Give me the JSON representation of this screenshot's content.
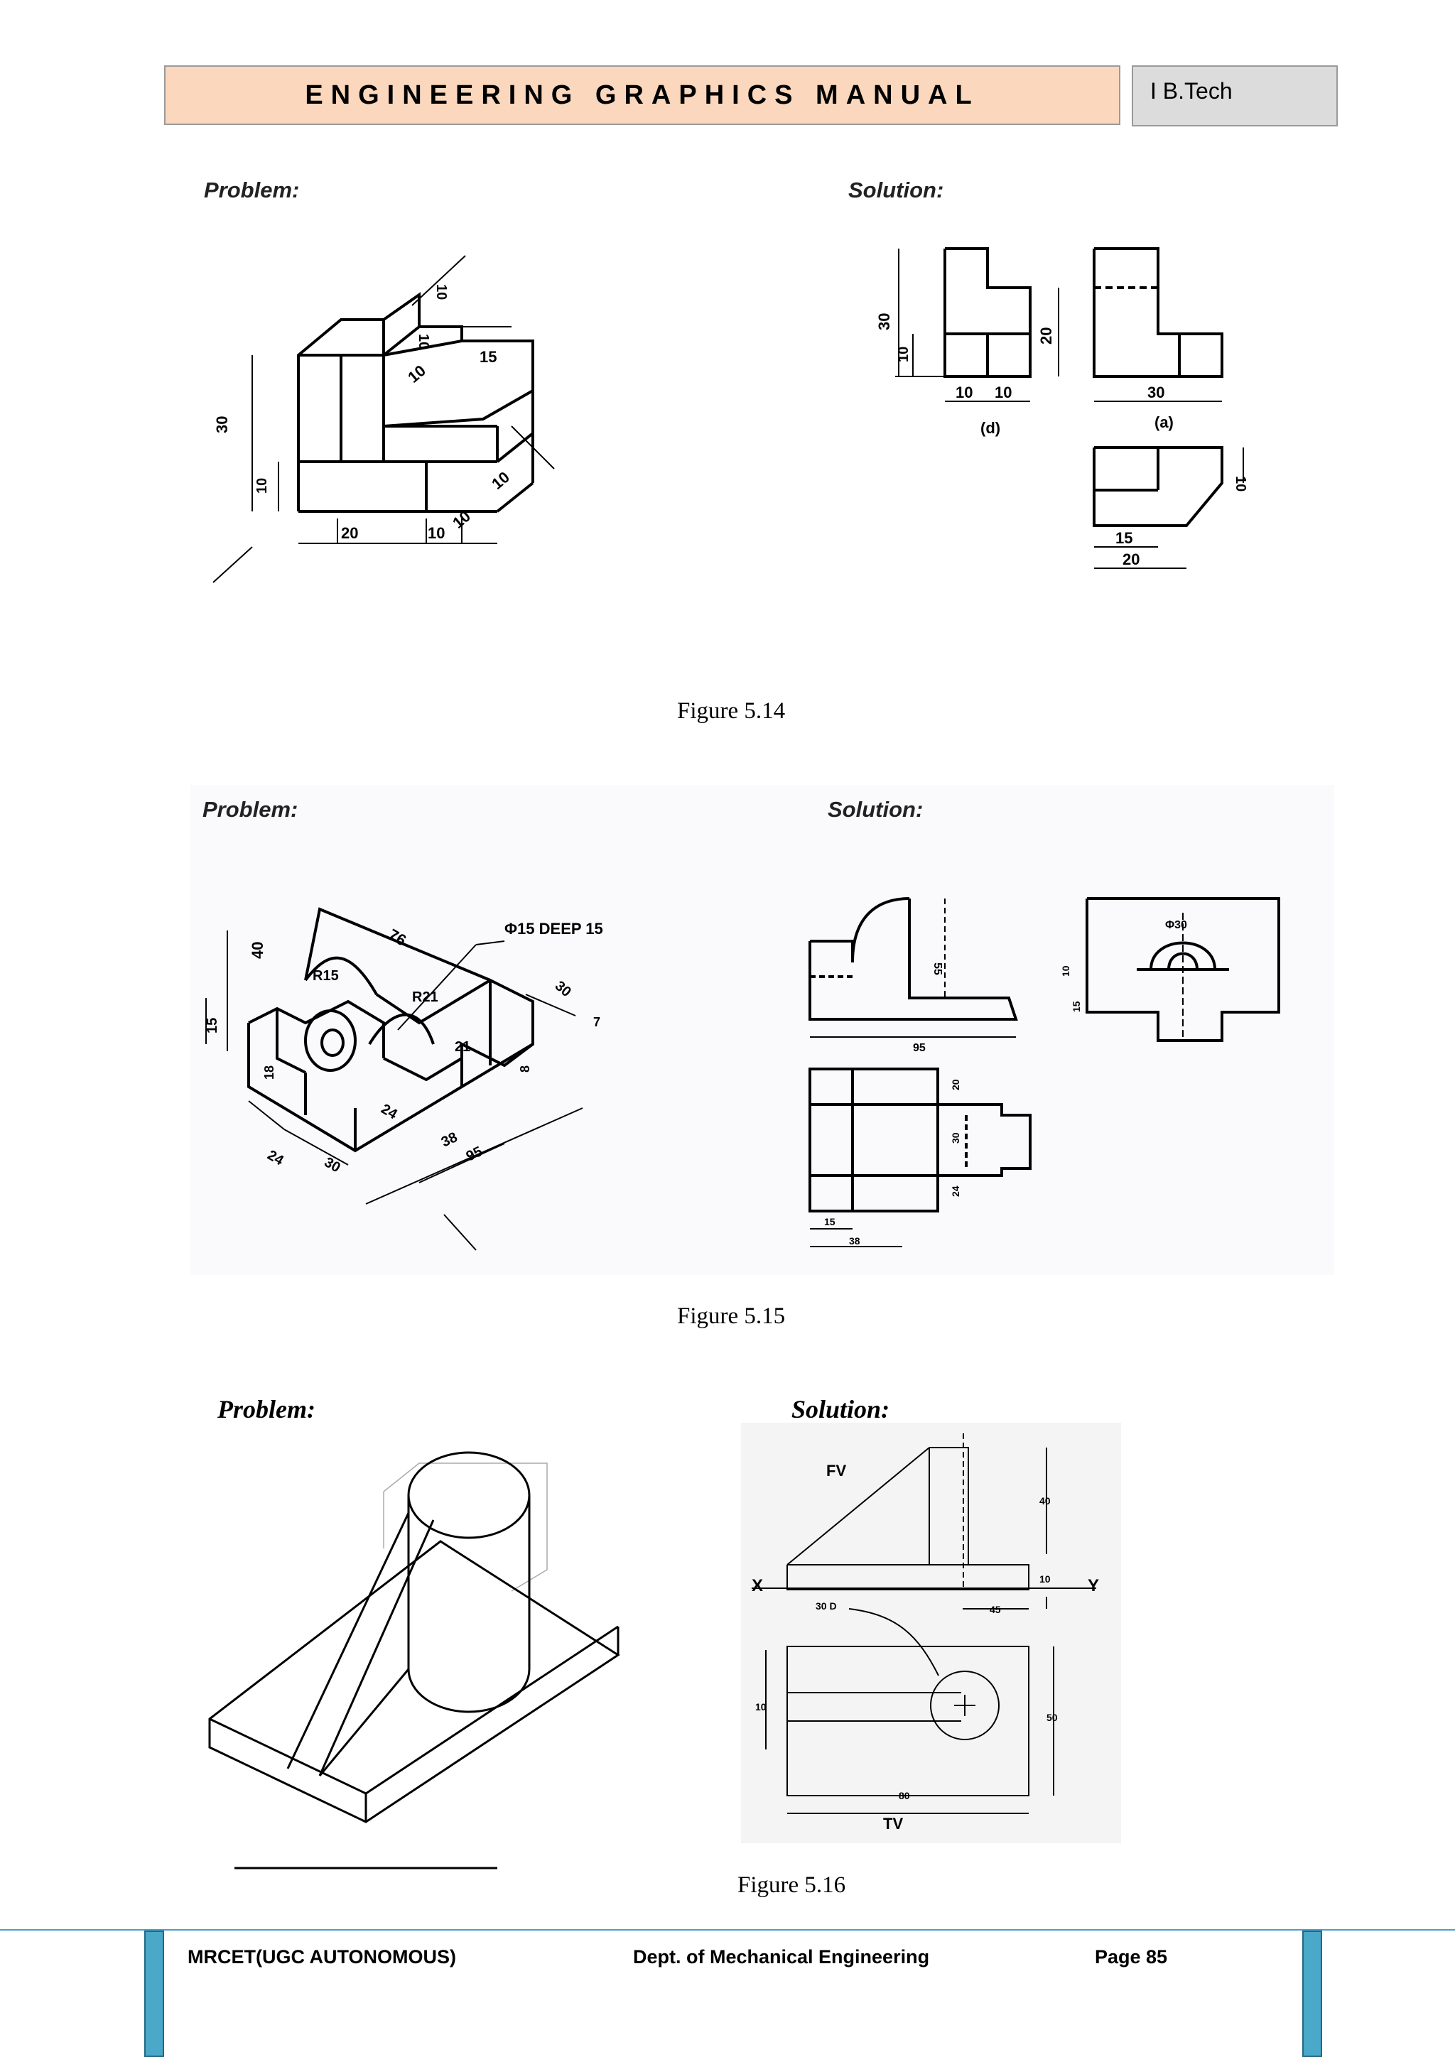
{
  "header": {
    "title": "ENGINEERING GRAPHICS MANUAL",
    "tag": "I B.Tech"
  },
  "fig14": {
    "problem_label": "Problem:",
    "solution_label": "Solution:",
    "caption": "Figure 5.14",
    "iso_dims": [
      "30",
      "10",
      "20",
      "10",
      "10",
      "10",
      "10",
      "10",
      "15",
      "10"
    ],
    "views": {
      "d_label": "(d)",
      "a_label": "(a)",
      "d_dims": [
        "30",
        "10",
        "10",
        "10",
        "20"
      ],
      "a_dims": [
        "30"
      ],
      "top_dims": [
        "10",
        "15",
        "20"
      ]
    }
  },
  "fig15": {
    "problem_label": "Problem:",
    "solution_label": "Solution:",
    "caption": "Figure 5.15",
    "iso_dims": [
      "40",
      "76",
      "R15",
      "R21",
      "Φ15 DEEP 15",
      "30",
      "15",
      "18",
      "21",
      "8",
      "7",
      "24",
      "24",
      "30",
      "38",
      "95"
    ],
    "views": [
      "55",
      "95",
      "Φ30",
      "10",
      "15",
      "20",
      "30",
      "24",
      "15",
      "38"
    ]
  },
  "fig16": {
    "problem_label": "Problem:",
    "solution_label": "Solution:",
    "caption": "Figure 5.16",
    "fv_label": "FV",
    "tv_label": "TV",
    "x_label": "X",
    "y_label": "Y",
    "dims": {
      "h40": "40",
      "h10": "10",
      "d45": "45",
      "hole": "30 D",
      "w10": "10",
      "w50": "50",
      "l80": "80"
    }
  },
  "footer": {
    "left": "MRCET(UGC AUTONOMOUS)",
    "center": "Dept. of Mechanical Engineering",
    "right": "Page 85"
  }
}
